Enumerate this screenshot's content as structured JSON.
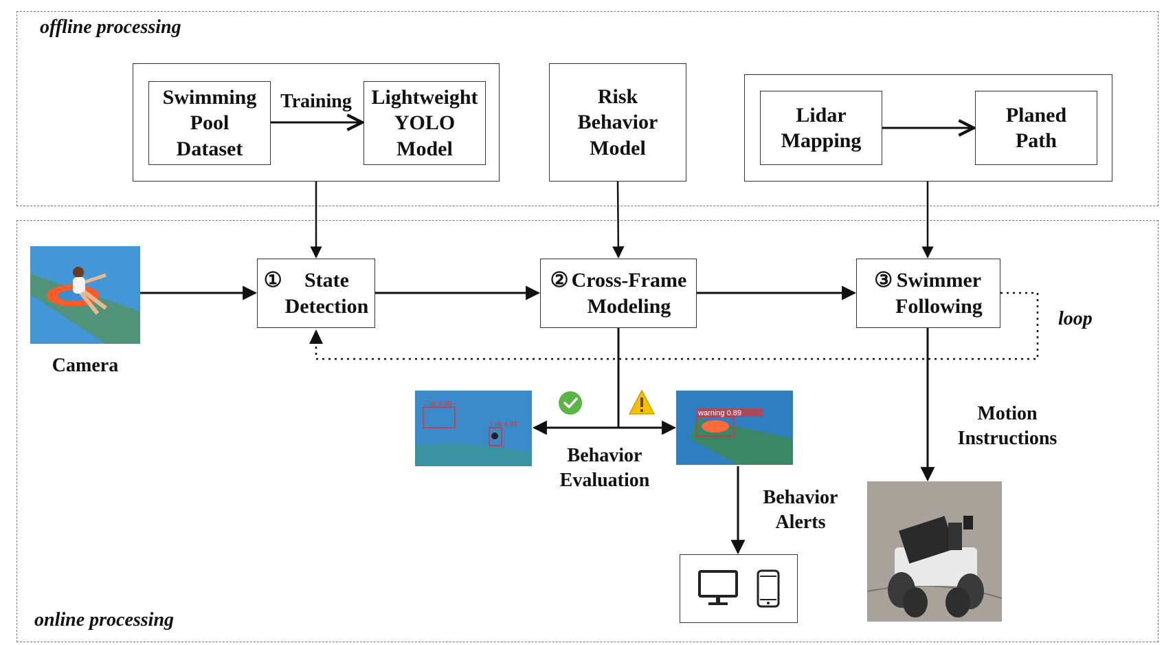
{
  "regions": {
    "offline": "offline processing",
    "online": "online processing"
  },
  "offline": {
    "dataset": "Swimming\nPool\nDataset",
    "training": "Training",
    "yolo": "Lightweight\nYOLO\nModel",
    "risk": "Risk\nBehavior\nModel",
    "lidar": "Lidar\nMapping",
    "path": "Planed\nPath"
  },
  "online": {
    "state_num": "①",
    "state": "State\nDetection",
    "crossframe_num": "②",
    "crossframe": "Cross-Frame\nModeling",
    "swimmer_num": "③",
    "swimmer": "Swimmer\nFollowing",
    "camera": "Camera",
    "loop": "loop",
    "behavior_eval": "Behavior\nEvaluation",
    "behavior_alerts": "Behavior\nAlerts",
    "motion": "Motion\nInstructions"
  },
  "detections": {
    "left_a": "2 ok 0.80",
    "left_b": "1 ok 0.91",
    "right": "warning 0.89"
  },
  "colors": {
    "border": "#333333",
    "region": "#777777",
    "water": "#2f7fc0",
    "grass": "#4f8a3e",
    "ok_green": "#5bb544",
    "warning_yellow": "#f2c200",
    "detect_red": "#e03030"
  },
  "icons": [
    "check-icon",
    "warning-icon",
    "monitor-icon",
    "phone-icon"
  ]
}
